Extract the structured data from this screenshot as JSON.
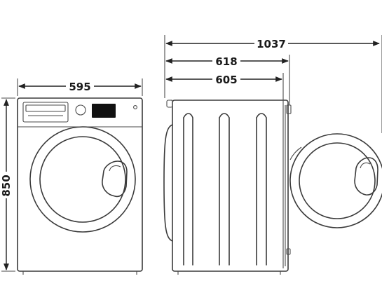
{
  "dimensions": {
    "front_width": "595",
    "front_height": "850",
    "total_depth_door_open": "1037",
    "depth_with_door": "618",
    "body_depth": "605"
  },
  "colors": {
    "line": "#3a3a3a",
    "text": "#1a1a1a",
    "background": "#ffffff",
    "display": "#111111"
  },
  "icons": {
    "power_button": "circle",
    "display_panel": "black-rectangle",
    "drawer": "detergent-drawer"
  }
}
